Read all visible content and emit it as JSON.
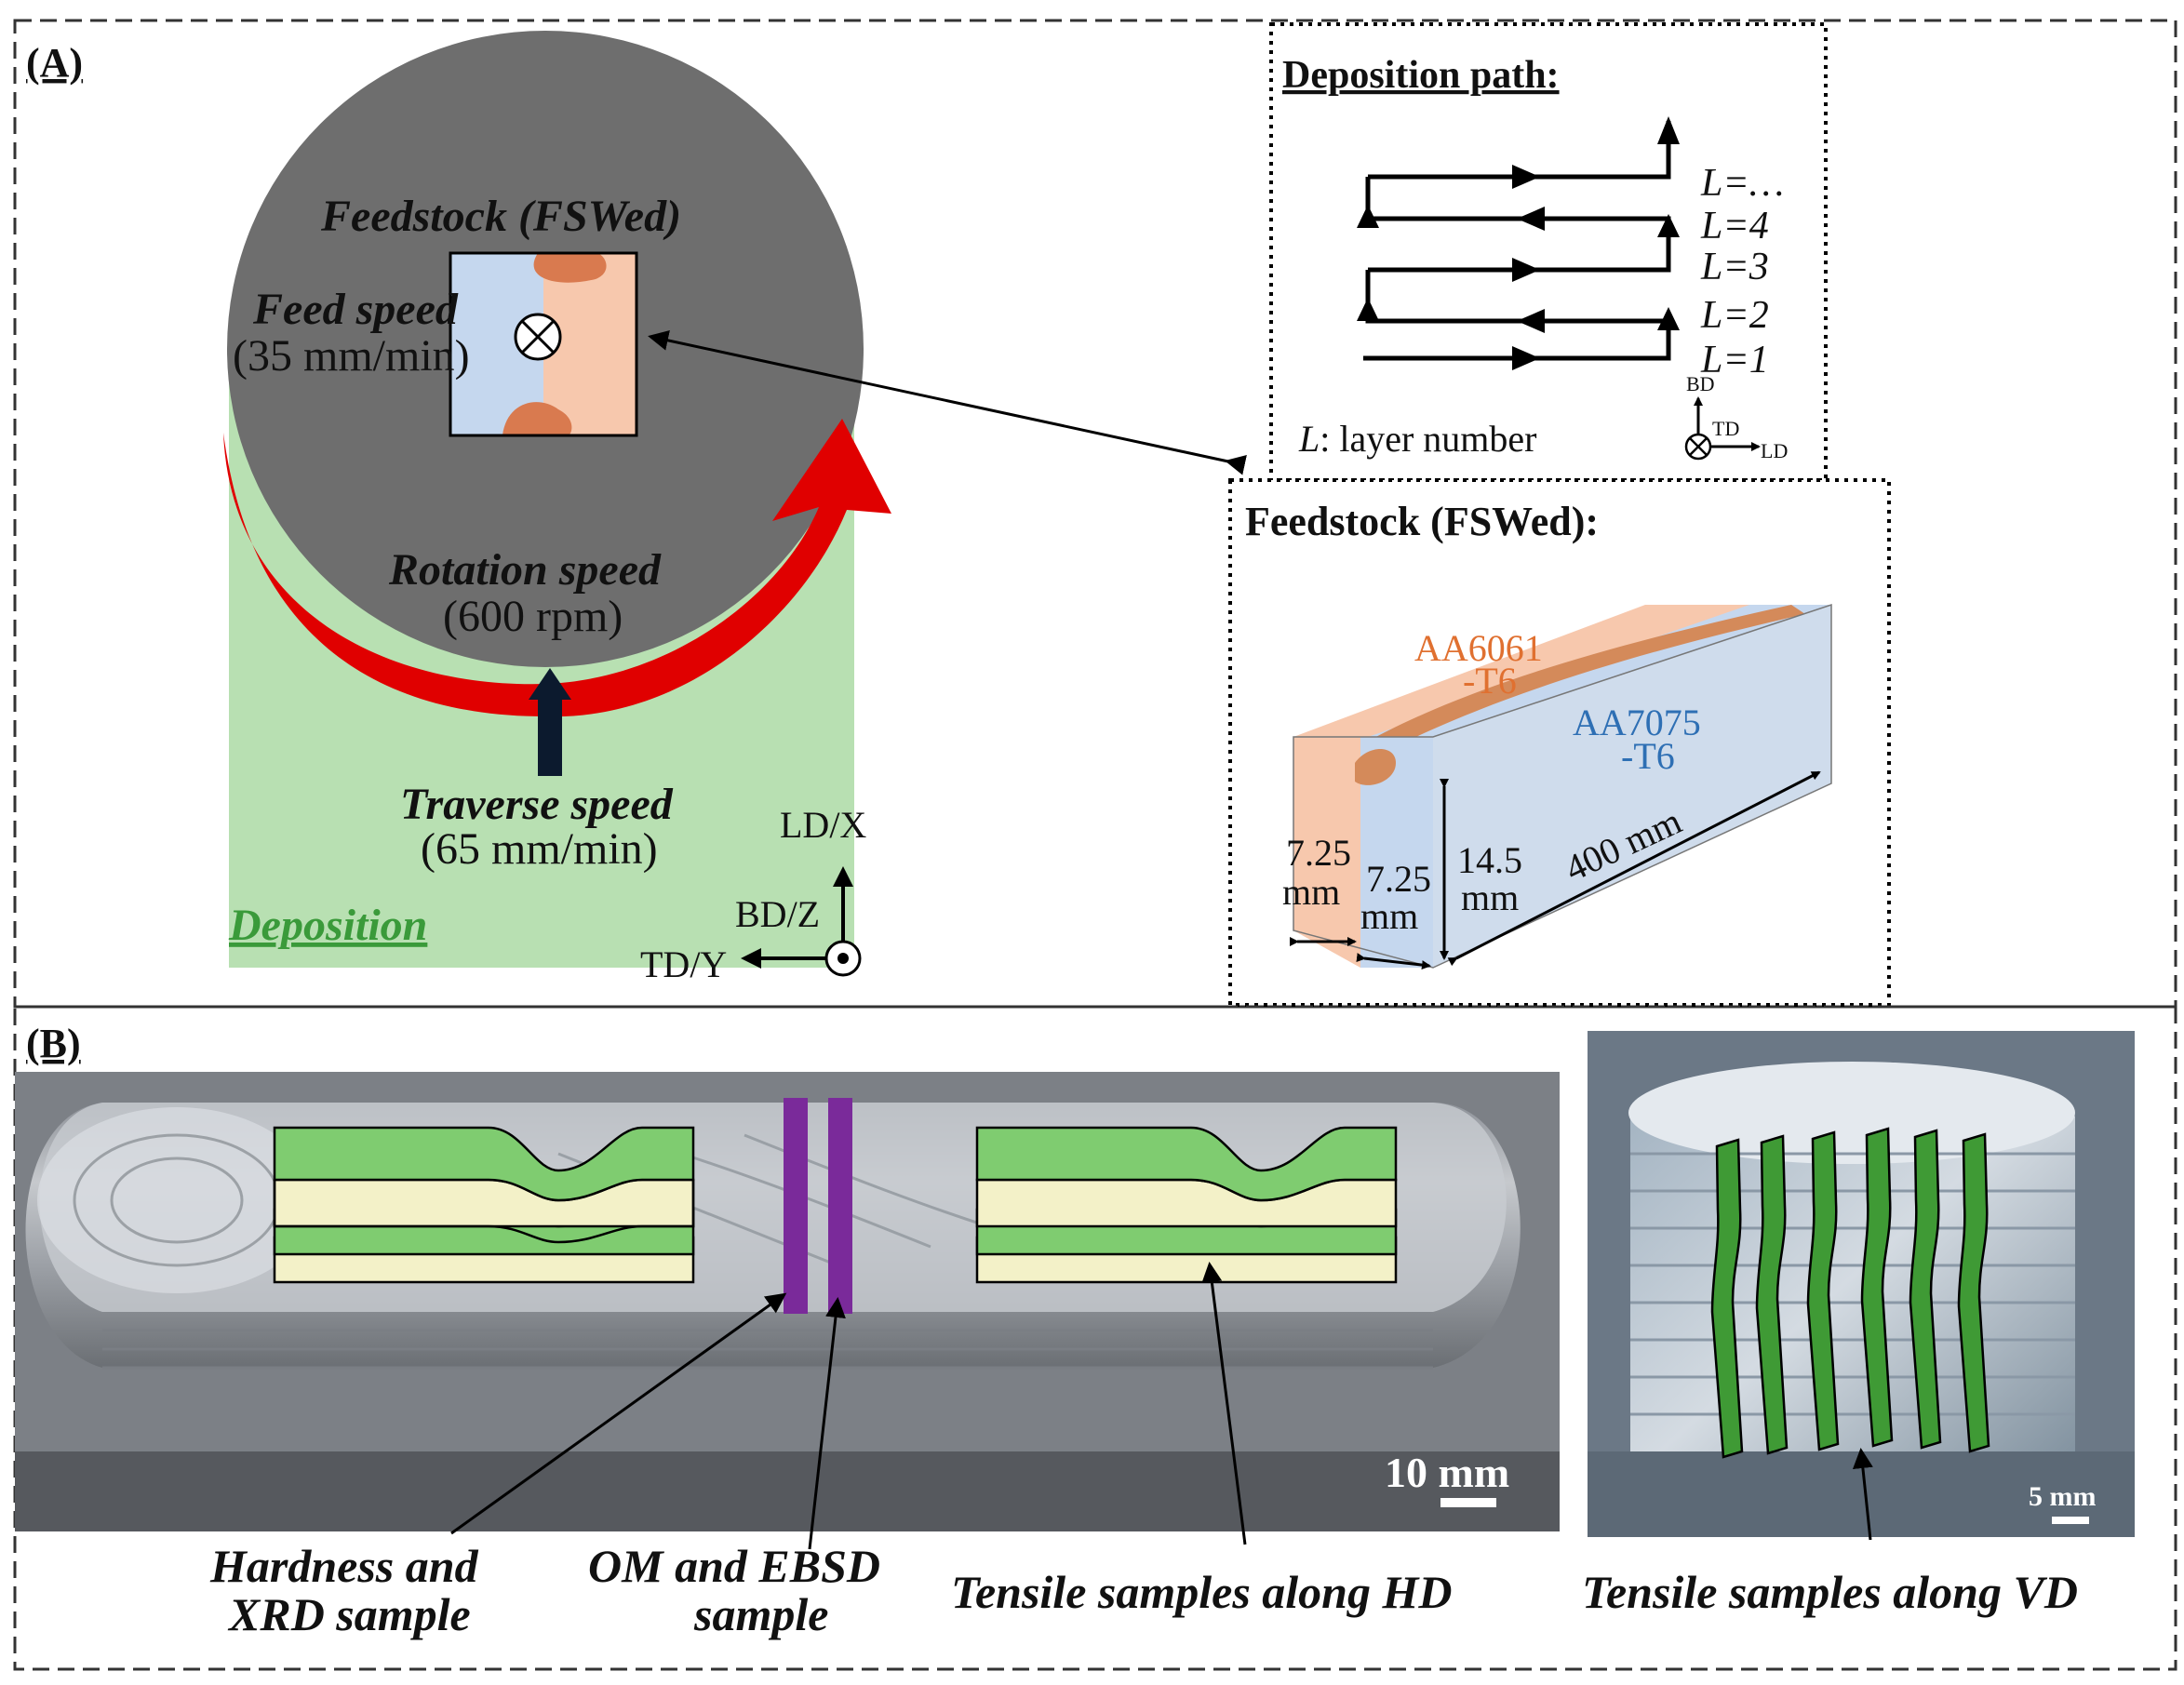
{
  "panel_a": {
    "label": "(A)",
    "feedstock_label": "Feedstock (FSWed)",
    "feed_speed_label": "Feed speed",
    "feed_speed_value": "(35 mm/min)",
    "rotation_speed_label": "Rotation speed",
    "rotation_speed_value": "(600 rpm)",
    "traverse_speed_label": "Traverse speed",
    "traverse_speed_value": "(65 mm/min)",
    "deposition_label": "Deposition",
    "axes": {
      "ld": "LD/X",
      "bd": "BD/Z",
      "td": "TD/Y"
    },
    "deposition_path": {
      "title": "Deposition path:",
      "layers": [
        "L=…",
        "L=4",
        "L=3",
        "L=2",
        "L=1"
      ],
      "legend_var": "L",
      "legend_text": ": layer number",
      "axes": {
        "bd": "BD",
        "td": "TD",
        "ld": "LD"
      }
    },
    "feedstock_inset": {
      "title": "Feedstock (FSWed):",
      "alloy_1_name": "AA6061",
      "alloy_1_temper": "-T6",
      "alloy_2_name": "AA7075",
      "alloy_2_temper": "-T6",
      "dim_width_1": "7.25",
      "dim_width_2": "7.25",
      "dim_unit": "mm",
      "dim_height": "14.5",
      "dim_length": "400 mm"
    }
  },
  "panel_b": {
    "label": "(B)",
    "scale_bar_1": "10 mm",
    "scale_bar_2": "5 mm",
    "hardness_label_1": "Hardness and",
    "hardness_label_2": "XRD sample",
    "om_label_1": "OM and EBSD",
    "om_label_2": "sample",
    "tensile_hd_label": "Tensile samples along HD",
    "tensile_vd_label": "Tensile samples along VD"
  },
  "colors": {
    "disc": "#6e6e6e",
    "deposit": "#b8e0b2",
    "rotation_arrow": "#e00000",
    "aa6061": "#f7c8ad",
    "aa7075": "#c5d7ee",
    "aa6061_text": "#e07030",
    "aa7075_text": "#2e6fb4",
    "specimen": "#7fcc70",
    "specimen_vd": "#3f9a35",
    "slice": "#7a2a9a"
  }
}
